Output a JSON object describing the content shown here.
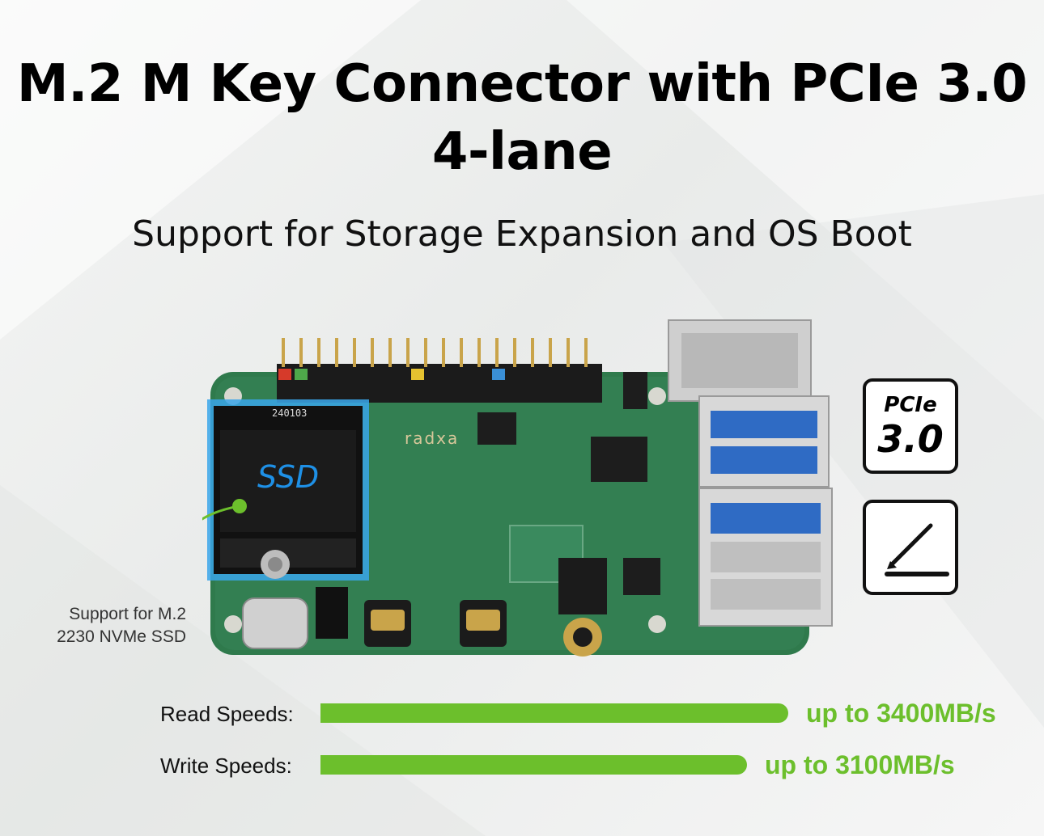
{
  "header": {
    "title_line1": "M.2 M Key Connector with PCIe 3.0",
    "title_line2": "4-lane",
    "subtitle": "Support for Storage Expansion and OS Boot"
  },
  "board": {
    "ssd_label": "SSD",
    "ssd_code": "240103",
    "brand_text": "radxa"
  },
  "callout": {
    "line1": "Support for M.2",
    "line2": "2230 NVMe SSD"
  },
  "badges": {
    "pcie_line1": "PCIe",
    "pcie_line2": "3.0",
    "edit_icon": "pen-underline-icon"
  },
  "speeds": {
    "max_value": 3400,
    "read": {
      "label": "Read Speeds:",
      "value": "up to 3400MB/s",
      "mbps": 3400
    },
    "write": {
      "label": "Write Speeds:",
      "value": "up to 3100MB/s",
      "mbps": 3100
    }
  },
  "colors": {
    "accent_green": "#6cbf2c",
    "ssd_blue": "#1e90e6",
    "pcb_green": "#2f7a4c",
    "badge_border": "#111111"
  }
}
